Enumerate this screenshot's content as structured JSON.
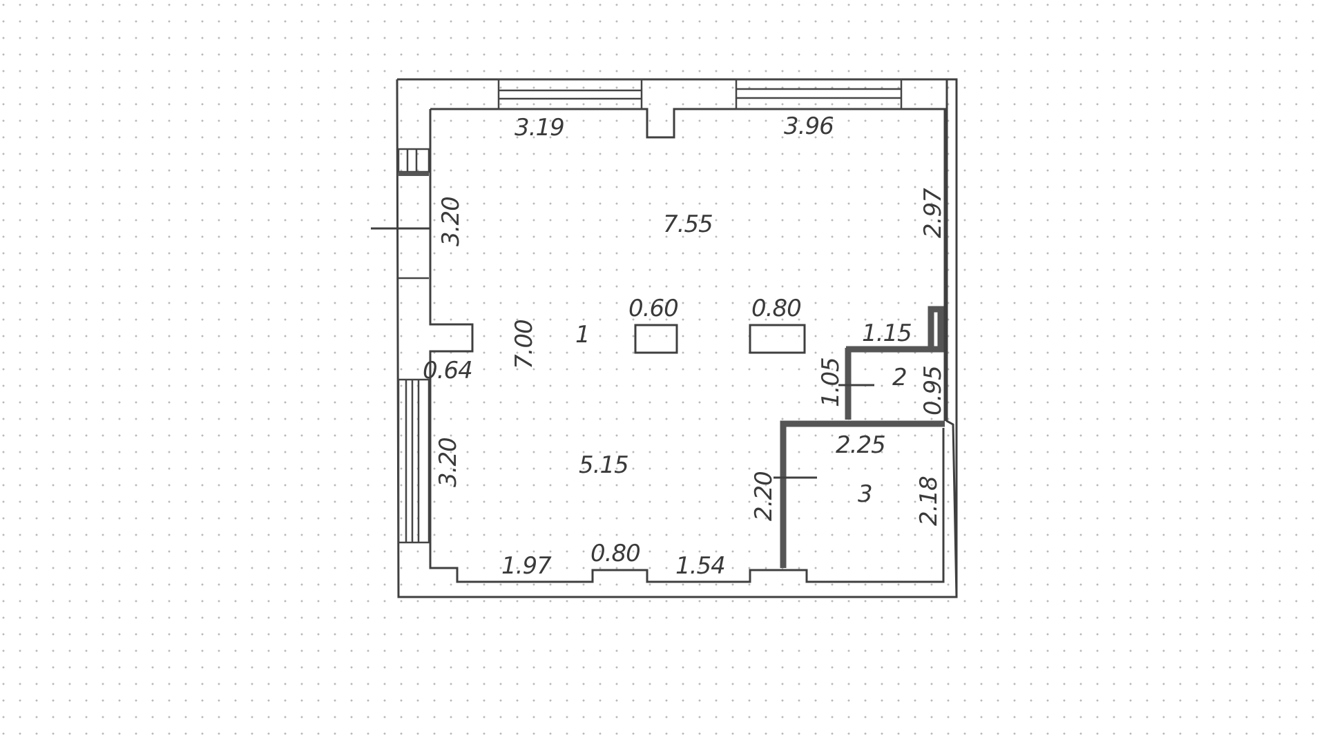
{
  "floor_plan": {
    "rooms": [
      {
        "number": "1",
        "dims": [
          "7.55",
          "7.00",
          "5.15"
        ]
      },
      {
        "number": "2",
        "dims": [
          "1.15",
          "1.05",
          "0.95"
        ]
      },
      {
        "number": "3",
        "dims": [
          "2.25",
          "2.20",
          "2.18"
        ]
      }
    ],
    "labels": {
      "top_left_window": "3.19",
      "top_right_window": "3.96",
      "room1_width": "7.55",
      "left_upper_wall": "3.20",
      "right_upper_wall": "2.97",
      "column1": "0.60",
      "column2": "0.80",
      "room1_number": "1",
      "room1_depth": "7.00",
      "left_niche": "0.64",
      "room2_width": "1.15",
      "room2_left": "1.05",
      "room2_number": "2",
      "room2_right": "0.95",
      "room3_width": "2.25",
      "room3_left": "2.20",
      "room3_number": "3",
      "room3_right": "2.18",
      "left_lower_wall": "3.20",
      "room1_lower_width": "5.15",
      "bottom_left": "1.97",
      "bottom_mid": "0.80",
      "bottom_right": "1.54"
    },
    "colors": {
      "wall": "#3f3f3f",
      "background": "#ffffff",
      "grid_dot": "#b9b9b9"
    }
  }
}
